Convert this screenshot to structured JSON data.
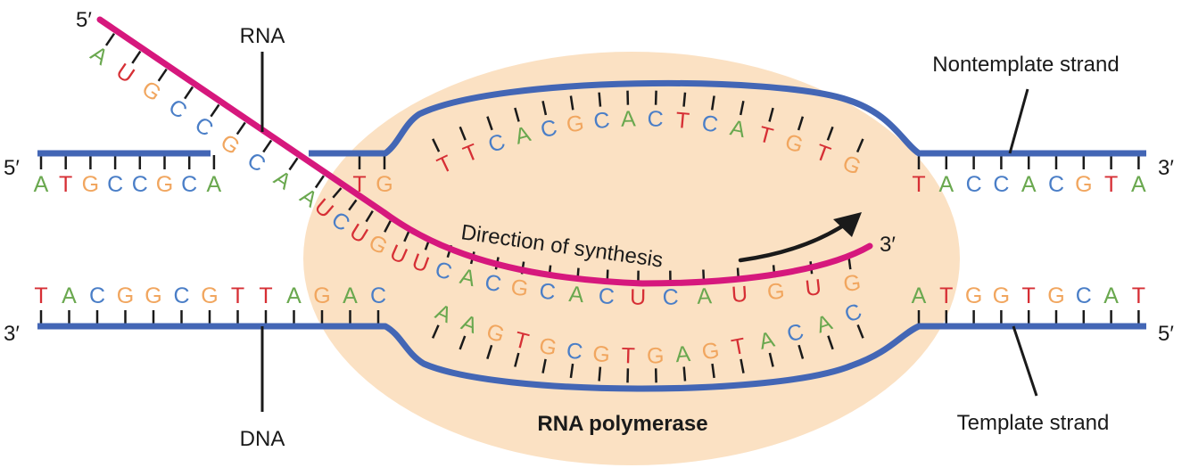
{
  "colors": {
    "A": "#6aa84f",
    "T": "#d62f35",
    "U": "#d62f35",
    "G": "#f1a65f",
    "C": "#4a7ec7",
    "dna_backbone": "#4366b5",
    "rna_backbone": "#d6187d",
    "polymerase": "#fbe1c3",
    "ink": "#1a1a1a"
  },
  "labels": {
    "rna": "RNA",
    "dna": "DNA",
    "polymerase": "RNA polymerase",
    "nontemplate": "Nontemplate strand",
    "template": "Template strand",
    "direction": "Direction of synthesis",
    "five_prime": "5′",
    "three_prime": "3′"
  },
  "sequences": {
    "top_left": "ATGCCGCA",
    "top_pair_left": "TG",
    "top_bubble": "TTCACGCACTCATGTG",
    "top_right": "TACCACGTA",
    "bottom_left": "TACGGCGTTAGAC",
    "bottom_bubble": "AAGTGCGTGAGTACAC",
    "bottom_right": "ATGGTGCAT",
    "rna_exiting": "AUGCCGCAA",
    "rna_hybrid": "UCUGUUCACGCACUCAUGUG"
  }
}
